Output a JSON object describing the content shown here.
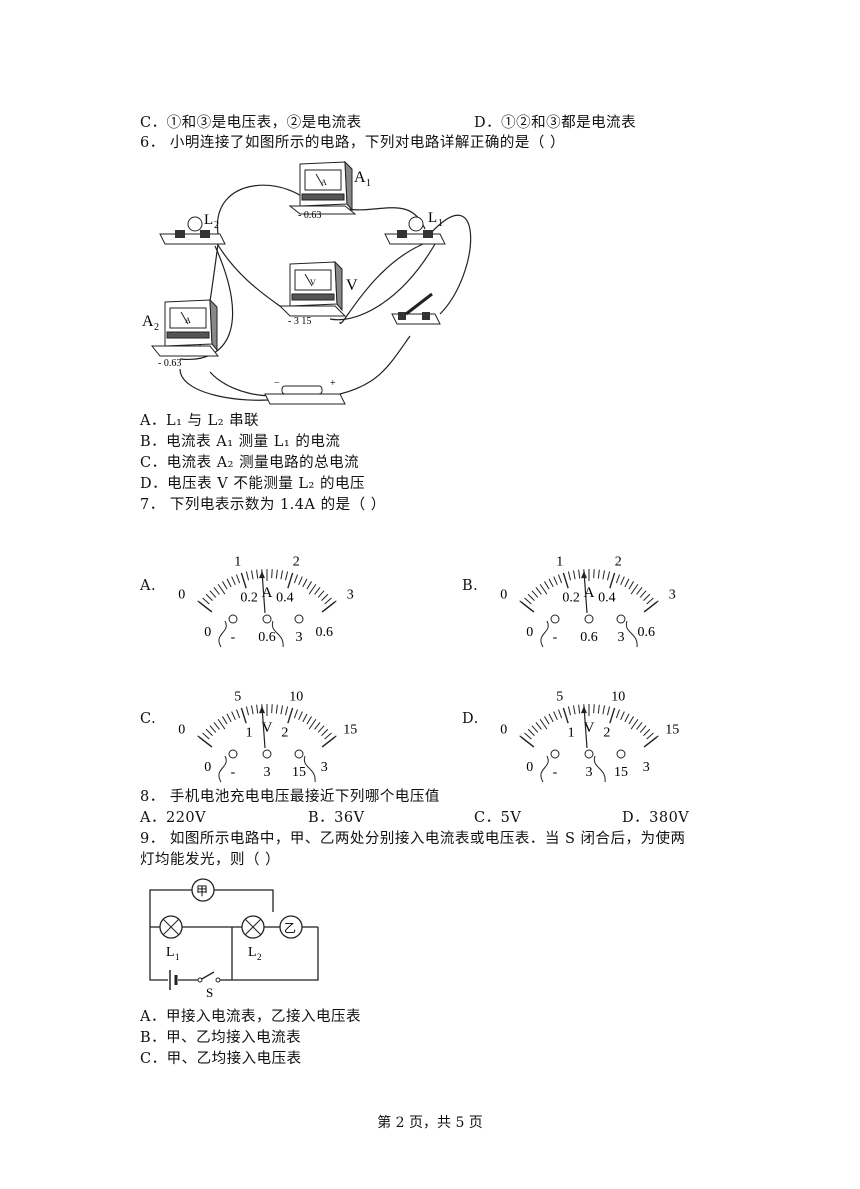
{
  "q5_options": {
    "C": "C．①和③是电压表，②是电流表",
    "D": "D．①②和③都是电流表"
  },
  "q6": {
    "stem": "6．  小明连接了如图所示的电路，下列对电路详解正确的是（       ）",
    "figure_labels": {
      "A1": "A",
      "A1_sub": "1",
      "A2": "A",
      "A2_sub": "2",
      "V": "V",
      "L1": "L",
      "L1_sub": "1",
      "L2": "L",
      "L2_sub": "2",
      "meter_a1_terminals": "- 0.63",
      "meter_a2_terminals": "- 0.63",
      "meter_v_terminals": "- 3 15",
      "meter_face_a": "A",
      "meter_face_v": "V",
      "battery_minus": "−",
      "battery_plus": "+"
    },
    "options": [
      "A．L₁ 与 L₂ 串联",
      "B．电流表 A₁ 测量 L₁ 的电流",
      "C．电流表 A₂ 测量电路的总电流",
      "D．电压表 V 不能测量 L₂ 的电压"
    ]
  },
  "q7": {
    "stem": "7．  下列电表示数为 1.4A 的是（       ）",
    "labels": [
      "A.",
      "B.",
      "C.",
      "D."
    ],
    "ammeter": {
      "outer": [
        "0",
        "1",
        "2",
        "3"
      ],
      "inner": [
        "0",
        "0.2",
        "0.4",
        "0.6"
      ],
      "unit": "A",
      "terminals": [
        "-",
        "0.6",
        "3"
      ]
    },
    "voltmeter": {
      "outer": [
        "0",
        "5",
        "10",
        "15"
      ],
      "inner": [
        "0",
        "1",
        "2",
        "3"
      ],
      "unit": "V",
      "terminals": [
        "-",
        "3",
        "15"
      ]
    },
    "needle_fraction": [
      0.467,
      0.467,
      0.467,
      0.467
    ]
  },
  "q8": {
    "stem": "8．  手机电池充电电压最接近下列哪个电压值",
    "options": [
      "A．220V",
      "B．36V",
      "C．5V",
      "D．380V"
    ]
  },
  "q9": {
    "stem_line1": "9．  如图所示电路中，甲、乙两处分别接入电流表或电压表．当 S 闭合后，为使两",
    "stem_line2": "灯均能发光，则（       ）",
    "figure_labels": {
      "jia": "甲",
      "yi": "乙",
      "L1": "L",
      "L1_sub": "1",
      "L2": "L",
      "L2_sub": "2",
      "S": "S"
    },
    "options": [
      "A．甲接入电流表，乙接入电压表",
      "B．甲、乙均接入电流表",
      "C．甲、乙均接入电压表"
    ]
  },
  "footer": "第 2 页，共 5 页"
}
